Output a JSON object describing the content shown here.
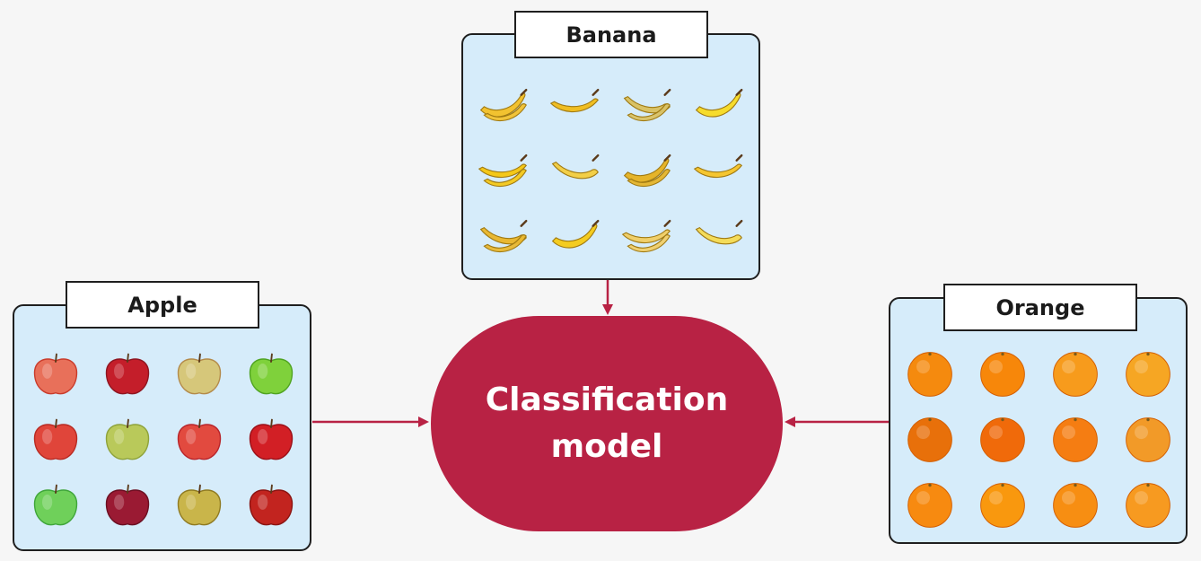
{
  "panels": {
    "banana": {
      "label": "Banana",
      "item_count": 12
    },
    "apple": {
      "label": "Apple",
      "item_count": 12
    },
    "orange": {
      "label": "Orange",
      "item_count": 12
    }
  },
  "model": {
    "line1": "Classification",
    "line2": "model"
  },
  "colors": {
    "background": "#f6f6f6",
    "panel_fill": "#d6ecfa",
    "panel_border": "#1f1f1f",
    "model_fill": "#b82244",
    "arrow": "#b82244",
    "model_text": "#ffffff"
  },
  "icons": {
    "banana": "banana-icon",
    "apple": "apple-icon",
    "orange": "orange-icon"
  }
}
